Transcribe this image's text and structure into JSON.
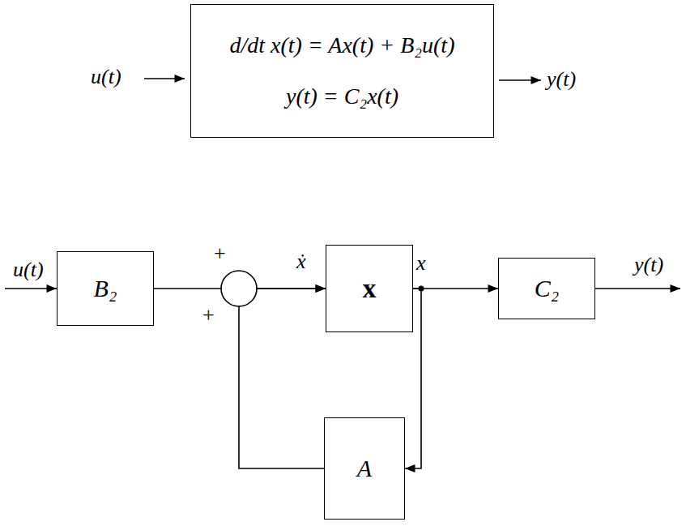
{
  "diagram": {
    "nodes": [
      {
        "text": [
          "d/dt x(t) = Ax(t) + B₂u(t)",
          "y(t) = C₂x(t)"
        ]
      },
      {
        "text": [
          "B₂"
        ]
      },
      {
        "text": [
          "x"
        ]
      },
      {
        "text": [
          "C₂"
        ]
      },
      {
        "text": [
          "A"
        ]
      }
    ],
    "edges": [
      {
        "from": 1,
        "to": 2,
        "arrow": "to"
      },
      {
        "from": 4,
        "to": 2,
        "arrow": "to"
      },
      {
        "from": 2,
        "to": 3,
        "arrow": "to"
      },
      {
        "from": 2,
        "to": 4,
        "arrow": "to"
      }
    ],
    "labels": [
      "u(t)",
      "y(t)",
      "u(t)",
      "+",
      "+",
      "ẋ",
      "x",
      "y(t)"
    ]
  }
}
